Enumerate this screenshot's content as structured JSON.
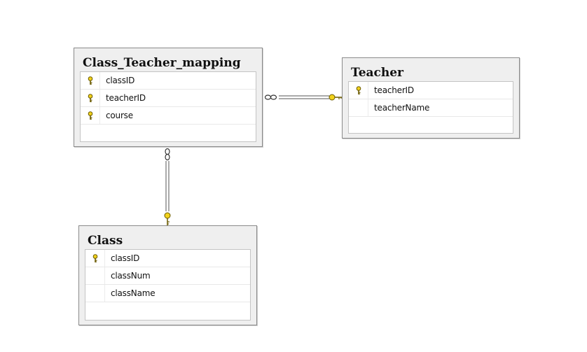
{
  "tables": {
    "class_teacher_mapping": {
      "title": "Class_Teacher_mapping",
      "columns": [
        {
          "name": "classID",
          "primary_key": true
        },
        {
          "name": "teacherID",
          "primary_key": true
        },
        {
          "name": "course",
          "primary_key": true
        }
      ]
    },
    "teacher": {
      "title": "Teacher",
      "columns": [
        {
          "name": "teacherID",
          "primary_key": true
        },
        {
          "name": "teacherName",
          "primary_key": false
        }
      ]
    },
    "class": {
      "title": "Class",
      "columns": [
        {
          "name": "classID",
          "primary_key": true
        },
        {
          "name": "classNum",
          "primary_key": false
        },
        {
          "name": "className",
          "primary_key": false
        }
      ]
    }
  },
  "relationships": [
    {
      "from": "Class_Teacher_mapping",
      "to": "Teacher",
      "from_end": "infinity",
      "to_end": "key"
    },
    {
      "from": "Class_Teacher_mapping",
      "to": "Class",
      "from_end": "infinity",
      "to_end": "key"
    }
  ],
  "colors": {
    "key_fill": "#f2d21c",
    "key_stroke": "#6a5a00",
    "border": "#8a8a8a",
    "link": "#555555"
  }
}
